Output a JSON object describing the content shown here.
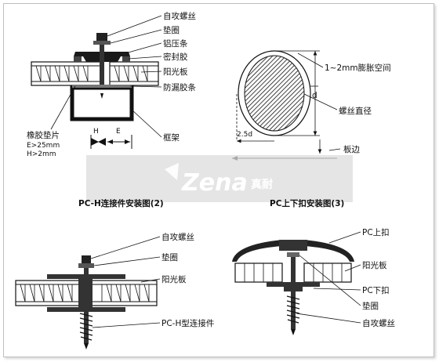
{
  "diagram_tl": {
    "labels": [
      "自攻螺丝",
      "垫圈",
      "铝压条",
      "密封胶",
      "阳光板",
      "防漏胶条",
      "框架"
    ],
    "left_label": "橡胶垫片",
    "dims": [
      "E>25mm",
      "H>2mm"
    ],
    "markers": [
      "H",
      "E"
    ]
  },
  "diagram_tr": {
    "gap_label": "1~2mm膨胀空间",
    "d_label": "d",
    "diameter_label": "螺丝直径",
    "scale_label": "2.5d",
    "edge_label": "板边"
  },
  "diagram_bl": {
    "title": "PC-H连接件安装图(2)",
    "labels": [
      "自攻螺丝",
      "垫圈",
      "阳光板",
      "PC-H型连接件"
    ]
  },
  "diagram_br": {
    "title": "PC上下扣安装图(3)",
    "labels": [
      "PC上扣",
      "阳光板",
      "PC下扣",
      "垫圈",
      "自攻螺丝"
    ]
  },
  "watermark": {
    "brand": "Zena",
    "brand_cn": "真耐"
  }
}
